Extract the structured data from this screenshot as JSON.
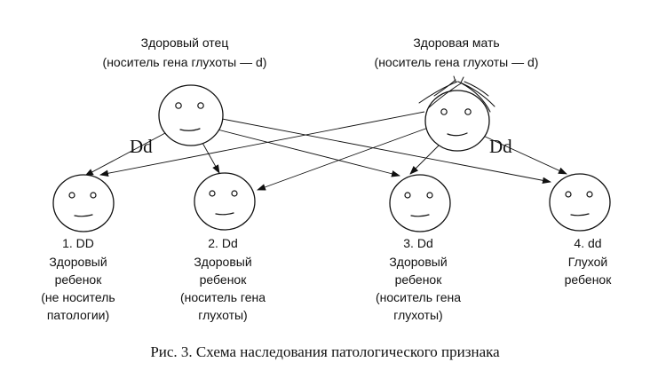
{
  "parents": {
    "father": {
      "title": "Здоровый отец",
      "subtitle": "(носитель гена глухоты — d)",
      "genotype": "Dd"
    },
    "mother": {
      "title": "Здоровая мать",
      "subtitle": "(носитель гена глухоты — d)",
      "genotype": "Dd"
    }
  },
  "children": [
    {
      "label": "1. DD",
      "lines": [
        "Здоровый",
        "ребенок",
        "(не носитель",
        "патологии)"
      ]
    },
    {
      "label": "2. Dd",
      "lines": [
        "Здоровый",
        "ребенок",
        "(носитель гена",
        "глухоты)"
      ]
    },
    {
      "label": "3. Dd",
      "lines": [
        "Здоровый",
        "ребенок",
        "(носитель гена",
        "глухоты)"
      ]
    },
    {
      "label": "4. dd",
      "lines": [
        "Глухой",
        "ребенок"
      ]
    }
  ],
  "caption": "Рис. 3. Схема наследования патологического признака",
  "colors": {
    "ink": "#111111",
    "background": "#ffffff"
  }
}
